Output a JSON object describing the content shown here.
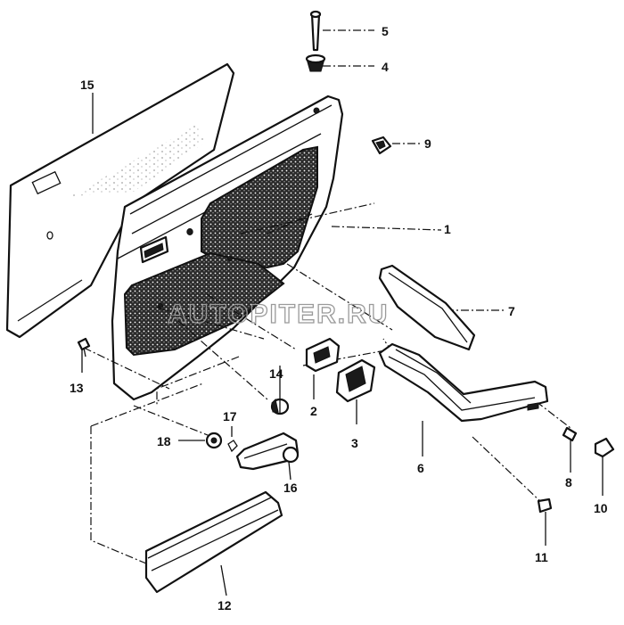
{
  "diagram": {
    "watermark": "AUTOPITER.RU",
    "callouts": {
      "c1": "1",
      "c2": "2",
      "c3": "3",
      "c4": "4",
      "c5": "5",
      "c6": "6",
      "c7": "7",
      "c8": "8",
      "c9": "9",
      "c10": "10",
      "c11": "11",
      "c12": "12",
      "c13": "13",
      "c14": "14",
      "c15": "15",
      "c16": "16",
      "c17": "17",
      "c18": "18"
    }
  }
}
